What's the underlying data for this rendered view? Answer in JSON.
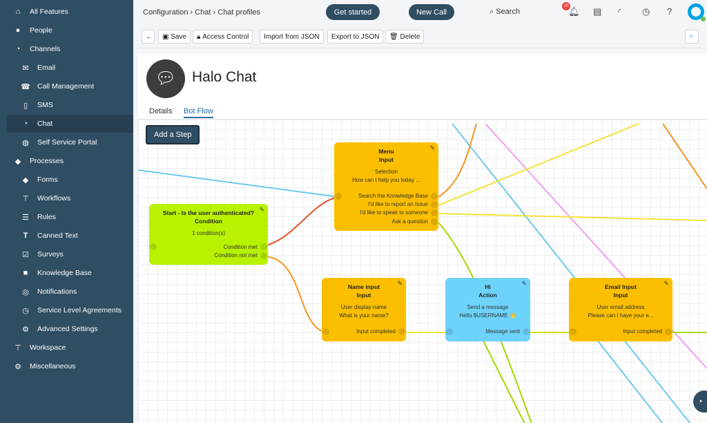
{
  "sidebar": {
    "items": [
      {
        "label": "All Features",
        "icon": "home-icon"
      },
      {
        "label": "People",
        "icon": "person-icon"
      },
      {
        "label": "Channels",
        "icon": "chat-icon"
      },
      {
        "label": "Email",
        "icon": "email-icon"
      },
      {
        "label": "Call Management",
        "icon": "phone-icon"
      },
      {
        "label": "SMS",
        "icon": "mobile-icon"
      },
      {
        "label": "Chat",
        "icon": "chat-icon"
      },
      {
        "label": "Self Service Portal",
        "icon": "globe-icon"
      },
      {
        "label": "Processes",
        "icon": "ticket-icon"
      },
      {
        "label": "Forms",
        "icon": "ticket-icon"
      },
      {
        "label": "Workflows",
        "icon": "sitemap-icon"
      },
      {
        "label": "Rules",
        "icon": "list-icon"
      },
      {
        "label": "Canned Text",
        "icon": "text-icon"
      },
      {
        "label": "Surveys",
        "icon": "check-icon"
      },
      {
        "label": "Knowledge Base",
        "icon": "cube-icon"
      },
      {
        "label": "Notifications",
        "icon": "notification-icon"
      },
      {
        "label": "Service Level Agreements",
        "icon": "timer-icon"
      },
      {
        "label": "Advanced Settings",
        "icon": "gears-icon"
      },
      {
        "label": "Workspace",
        "icon": "sitemap-icon"
      },
      {
        "label": "Miscellaneous",
        "icon": "gear-icon"
      }
    ]
  },
  "breadcrumb": [
    "Configuration",
    "Chat",
    "Chat profiles"
  ],
  "header": {
    "get_started": "Get started",
    "new_call": "New Call",
    "search": "Search",
    "notification_count": "10"
  },
  "toolbar": {
    "save": "Save",
    "access": "Access Control",
    "import": "Import from JSON",
    "export": "Export to JSON",
    "delete": "Delete"
  },
  "profile": {
    "title": "Halo Chat",
    "tabs": [
      "Details",
      "Bot Flow"
    ]
  },
  "canvas": {
    "add_step": "Add a Step",
    "nodes": {
      "start": {
        "name": "Start - Is the user authenticated?",
        "type": "Condition",
        "desc": "1 condition(s)",
        "outputs": [
          "Condition met",
          "Condition not met"
        ]
      },
      "menu": {
        "name": "Menu",
        "type": "Input",
        "desc1": "Selection",
        "desc2": "How can I help you today ...",
        "outputs": [
          "Search the Knowledge Base",
          "I'd like to report an Issue",
          "I'd like to speak to someone",
          "Ask a question"
        ]
      },
      "name": {
        "name": "Name input",
        "type": "Input",
        "desc1": "User display name",
        "desc2": "What is your name?",
        "outputs": [
          "Input completed"
        ]
      },
      "hi": {
        "name": "Hi",
        "type": "Action",
        "desc1": "Send a message",
        "desc2": "Hello $USERNAME 👋",
        "outputs": [
          "Message sent"
        ]
      },
      "email": {
        "name": "Email Input",
        "type": "Input",
        "desc1": "User email address",
        "desc2": "Please can I have your e...",
        "outputs": [
          "Input completed"
        ]
      }
    }
  },
  "colors": {
    "sidebar": "#2f4d63",
    "condition": "#b8f200",
    "input": "#fbbf00",
    "action": "#6dd3fb"
  }
}
